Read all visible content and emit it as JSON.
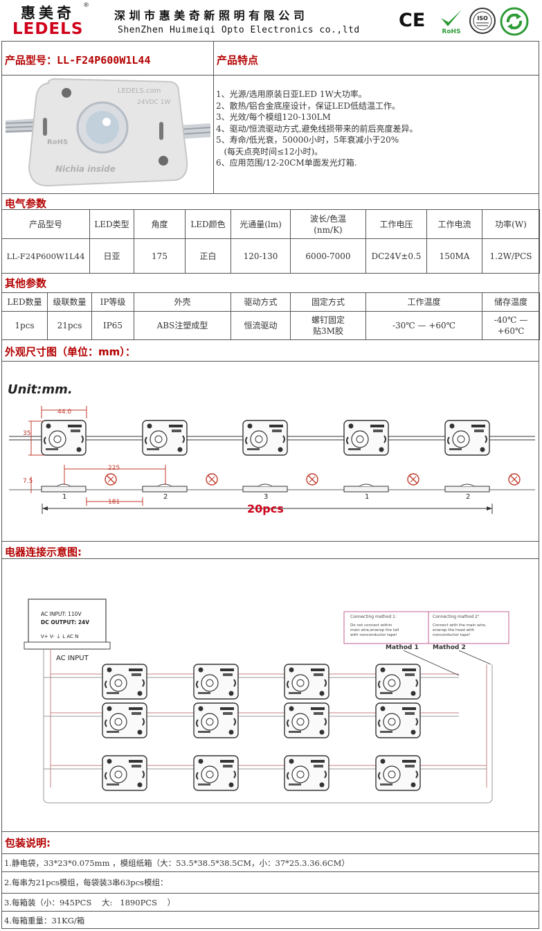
{
  "header": {
    "brand_cn": "惠美奇",
    "brand_en": "LEDELS",
    "company_cn": "深 圳 市 惠 美 奇 新 照 明 有 限 公 司",
    "company_en": "ShenZhen Huimeiqi Opto Electronics co.,ltd",
    "cert_ce": "CE",
    "cert_rohs": "RoHS",
    "cert_iso": "ISO"
  },
  "product": {
    "model_label": "产品型号：",
    "model": "LL-F24P600W1L44",
    "features_title": "产品特点",
    "features": [
      "1、光源/选用原装日亚LED 1W大功率。",
      "2、散热/铝合金底座设计，保证LED低结温工作。",
      "3、光效/每个模组120-130LM",
      "4、驱动/恒流驱动方式,避免线损带来的前后亮度差异。",
      "5、寿命/低光衰，50000小时，5年衰减小于20%",
      "   (每天点亮时间≤12小时)。",
      "6、应用范围/12-20CM单面发光灯箱."
    ],
    "module_text_top": "LEDELS.com",
    "module_text_mid": "24VDC 1W",
    "module_text_rohs": "RoHS",
    "module_text_bottom": "Nichia inside"
  },
  "electrical": {
    "title": "电气参数",
    "headers": [
      "产品型号",
      "LED类型",
      "角度",
      "LED颜色",
      "光通量(lm)",
      "波长/色温\n(nm/K)",
      "工作电压",
      "工作电流",
      "功率(W)"
    ],
    "row": [
      "LL-F24P600W1L44",
      "日亚",
      "175",
      "正白",
      "120-130",
      "6000-7000",
      "DC24V±0.5",
      "150MA",
      "1.2W/PCS"
    ]
  },
  "other": {
    "title": "其他参数",
    "headers": [
      "LED数量",
      "级联数量",
      "IP等级",
      "外壳",
      "驱动方式",
      "固定方式",
      "工作温度",
      "储存温度"
    ],
    "row": [
      "1pcs",
      "21pcs",
      "IP65",
      "ABS注塑成型",
      "恒流驱动",
      "螺钉固定\n贴3M胶",
      "-30℃ — +60℃",
      "-40℃ —\n+60℃"
    ]
  },
  "dimension": {
    "title": "外观尺寸图（单位：mm）：",
    "unit": "Unit:mm.",
    "width": "44.0",
    "height": "35",
    "pitch": "225",
    "gap": "181",
    "thickness": "7.5",
    "count": "20pcs",
    "labels": [
      "1",
      "2",
      "3",
      "1",
      "2"
    ]
  },
  "wiring": {
    "title": "电器连接示意图:",
    "ps_line1": "AC INPUT: 110V",
    "ps_line2": "DC OUTPUT: 24V",
    "terminals": "V+ V- ⏚  L AC N",
    "ac_input": "AC  INPUT",
    "method1_title": "Connecting mathod 1:",
    "method1_text": [
      "Do not connect within",
      "main wire,enwrap the tail",
      "with nonconductor tape!"
    ],
    "method2_title": "Connecting mathod 2\"",
    "method2_text": [
      "Connect with the main wire,",
      "enwrap the head with",
      "nonconductor tape!"
    ],
    "method1_label": "Mathod 1",
    "method2_label": "Mathod 2"
  },
  "packing": {
    "title": "包装说明:",
    "lines": [
      "1.静电袋，33*23*0.075mm ，模组纸箱（大：53.5*38.5*38.5CM，小：37*25.3.36.6CM）",
      "2.每串为21pcs模组，每袋装3串63pcs模组：",
      "3.每箱装（小：945PCS    大:   1890PCS    ）",
      "4.每箱重量：31KG/箱"
    ]
  }
}
